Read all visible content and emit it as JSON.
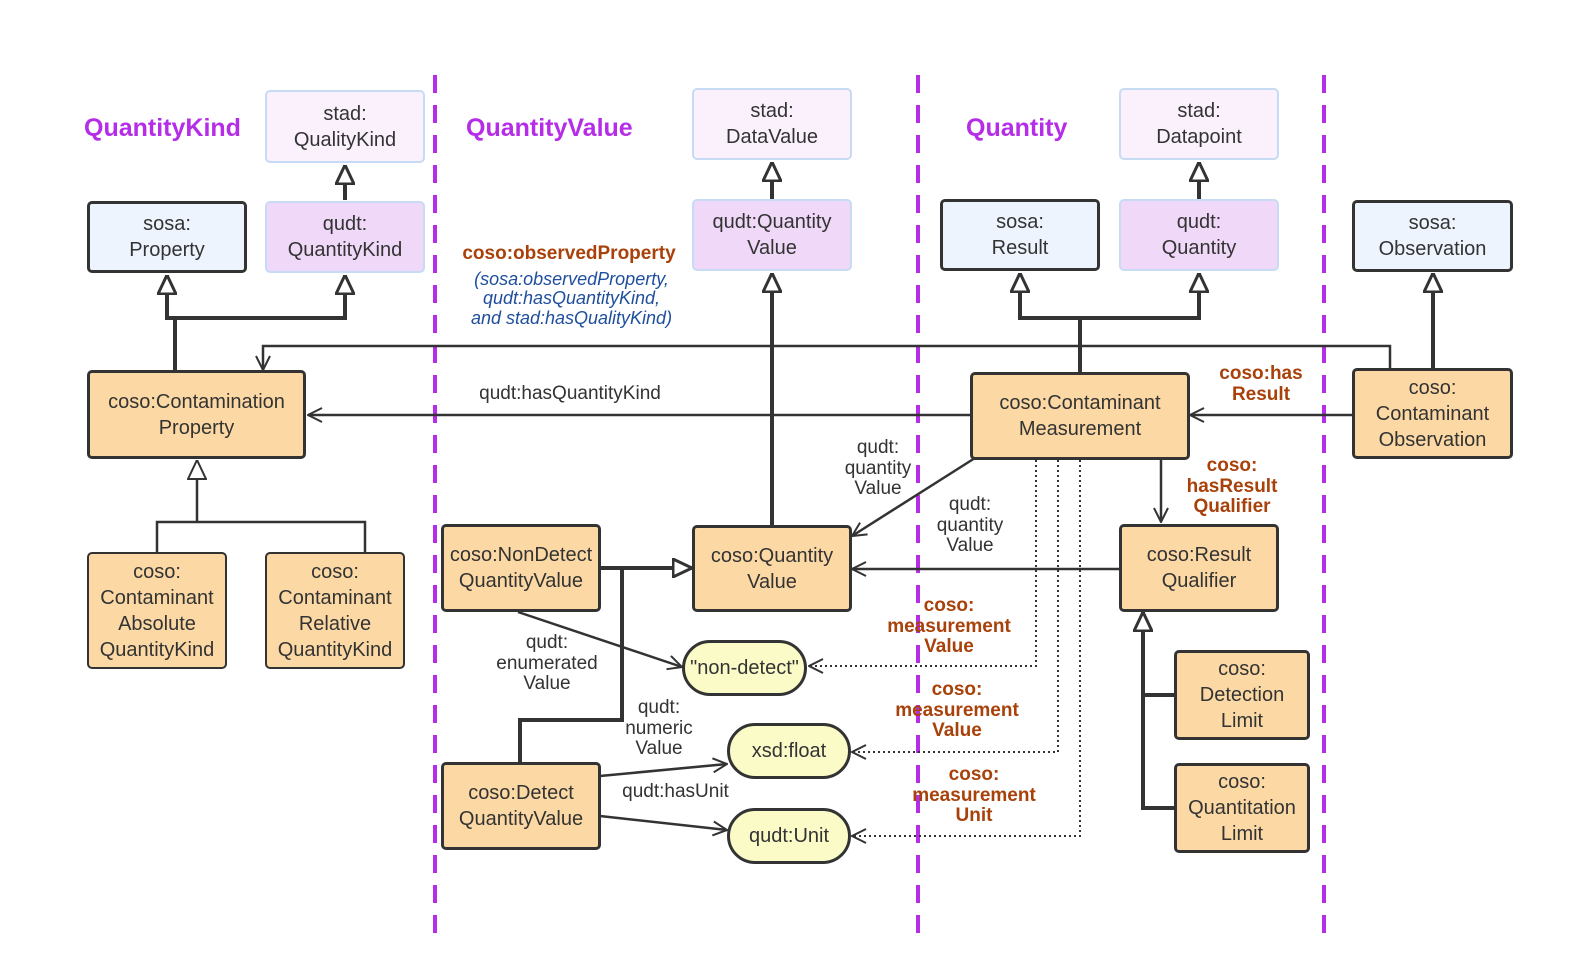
{
  "colors": {
    "section_title": "#b62de8",
    "relation_label": "#a8410a",
    "italic_note": "#1e4e9c",
    "coso_fill": "#fcd9a4",
    "sosa_fill": "#eef4fd",
    "qudt_fill": "#f0d8f8",
    "stad_fill": "#faf1fd",
    "literal_fill": "#fbfbc8",
    "divider": "#b62de8"
  },
  "sections": {
    "quantity_kind": "QuantityKind",
    "quantity_value": "QuantityValue",
    "quantity": "Quantity"
  },
  "nodes": {
    "stad_quality_kind": "stad:\nQualityKind",
    "sosa_property": "sosa:\nProperty",
    "qudt_quantity_kind": "qudt:\nQuantityKind",
    "coso_contamination_property": "coso:Contamination\nProperty",
    "coso_absolute_qk": "coso:\nContaminant\nAbsolute\nQuantityKind",
    "coso_relative_qk": "coso:\nContaminant\nRelative\nQuantityKind",
    "stad_data_value": "stad:\nDataValue",
    "qudt_quantity_value": "qudt:Quantity\nValue",
    "coso_nondetect_qv": "coso:NonDetect\nQuantityValue",
    "coso_quantity_value": "coso:Quantity\nValue",
    "coso_detect_qv": "coso:Detect\nQuantityValue",
    "lit_non_detect": "\"non-detect\"",
    "lit_xsd_float": "xsd:float",
    "lit_qudt_unit": "qudt:Unit",
    "stad_datapoint": "stad:\nDatapoint",
    "sosa_result": "sosa:\nResult",
    "qudt_quantity": "qudt:\nQuantity",
    "coso_contaminant_measurement": "coso:Contaminant\nMeasurement",
    "coso_result_qualifier": "coso:Result\nQualifier",
    "coso_detection_limit": "coso:\nDetection\nLimit",
    "coso_quantitation_limit": "coso:\nQuantitation\nLimit",
    "sosa_observation": "sosa:\nObservation",
    "coso_contaminant_observation": "coso:\nContaminant\nObservation"
  },
  "edge_labels": {
    "observed_property": "coso:observedProperty",
    "observed_property_note": "(sosa:observedProperty,\nqudt:hasQuantityKind,\nand stad:hasQualityKind)",
    "has_quantity_kind": "qudt:hasQuantityKind",
    "quantity_value_1": "qudt:\nquantity\nValue",
    "quantity_value_2": "qudt:\nquantity\nValue",
    "has_result": "coso:has\nResult",
    "has_result_qualifier": "coso:\nhasResult\nQualifier",
    "enumerated_value": "qudt:\nenumerated\nValue",
    "numeric_value": "qudt:\nnumeric\nValue",
    "has_unit": "qudt:hasUnit",
    "measurement_value_1": "coso:\nmeasurement\nValue",
    "measurement_value_2": "coso:\nmeasurement\nValue",
    "measurement_unit": "coso:\nmeasurement\nUnit"
  }
}
